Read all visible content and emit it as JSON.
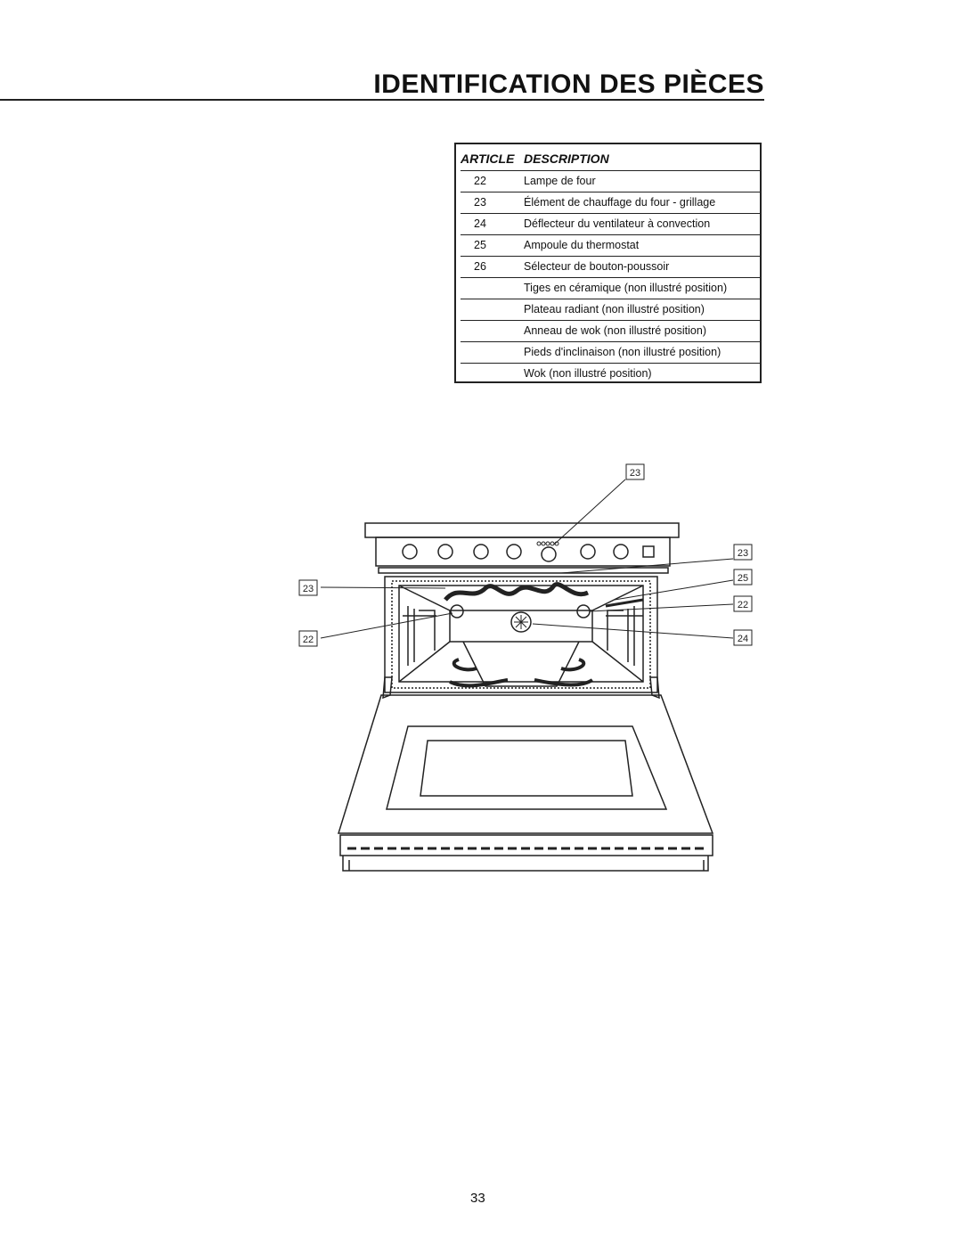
{
  "page": {
    "title": "IDENTIFICATION DES PIÈCES",
    "page_number": "33"
  },
  "table": {
    "header_article": "ARTICLE",
    "header_description": "DESCRIPTION",
    "rows": [
      {
        "article": "22",
        "description": "Lampe de four"
      },
      {
        "article": "23",
        "description": "Élément de chauffage du four - grillage"
      },
      {
        "article": "24",
        "description": "Déflecteur du ventilateur à convection"
      },
      {
        "article": "25",
        "description": "Ampoule du thermostat"
      },
      {
        "article": "26",
        "description": "Sélecteur de bouton-poussoir"
      },
      {
        "article": "",
        "description": "Tiges en céramique (non illustré position)"
      },
      {
        "article": "",
        "description": "Plateau radiant (non illustré position)"
      },
      {
        "article": "",
        "description": "Anneau de wok (non illustré position)"
      },
      {
        "article": "",
        "description": "Pieds d'inclinaison (non illustré position)"
      },
      {
        "article": "",
        "description": "Wok (non illustré position)"
      }
    ]
  },
  "diagram": {
    "callouts": {
      "top": "23",
      "right_1": "23",
      "right_2": "25",
      "right_3": "22",
      "right_4": "24",
      "left_1": "23",
      "left_2": "22"
    }
  }
}
